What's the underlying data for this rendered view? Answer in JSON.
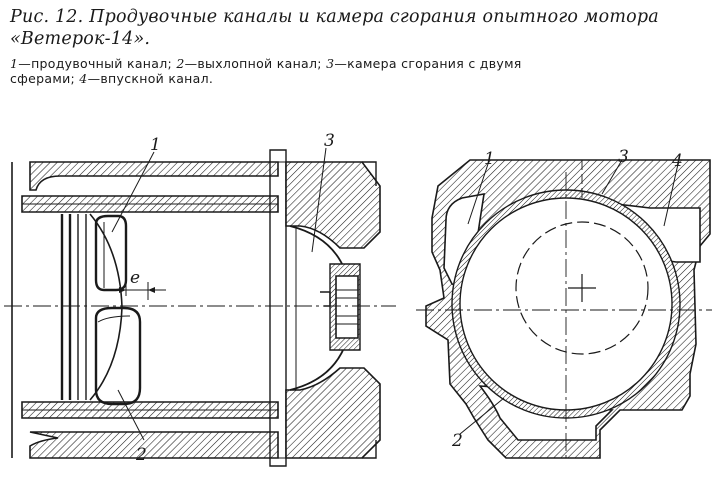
{
  "caption": {
    "title_line1": "Рис. 12. Продувочные каналы и камера сгорания опытного мотора",
    "title_line2": "«Ветерок-14».",
    "legend_line1": {
      "n1": "1",
      "t1": "—продувочный канал; ",
      "n2": "2",
      "t2": "—выхлопной канал; ",
      "n3": "3",
      "t3": "—камера сгорания с двумя"
    },
    "legend_line2": {
      "t3b": "сферами; ",
      "n4": "4",
      "t4": "—впускной канал."
    }
  },
  "labels": {
    "left_1": "1",
    "left_2": "2",
    "left_3": "3",
    "left_e": "e",
    "right_1": "1",
    "right_2": "2",
    "right_3": "3",
    "right_4": "4"
  }
}
